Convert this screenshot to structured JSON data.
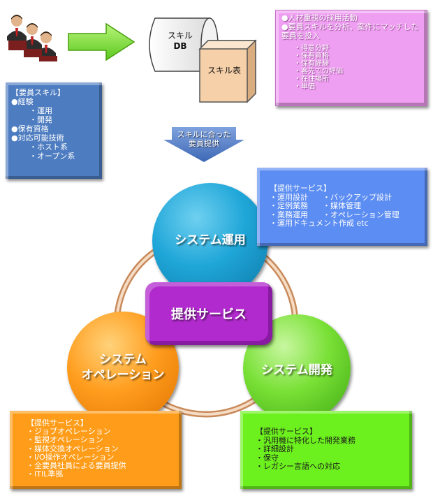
{
  "top": {
    "db_label_1": "スキル",
    "db_label_2": "DB",
    "table_label": "スキル表",
    "info_lines": [
      "●人材重視の採用活動",
      "●要員スキルを分析、案件にマッチした要員を投入"
    ],
    "info_subs": [
      "・得意分野",
      "・保有資格",
      "・保有経験",
      "・客先での評価",
      "・在住場所",
      "・単価"
    ]
  },
  "staff_skills": {
    "lines": [
      "【要員スキル】",
      "●経験",
      "・運用",
      "・開発",
      "●保有資格",
      "●対応可能技術",
      "・ホスト系",
      "・オープン系"
    ]
  },
  "down_arrow": {
    "label_1": "スキルに合った",
    "label_2": "要員提供"
  },
  "circles": {
    "system_ops": "システム運用",
    "operation_1": "システム",
    "operation_2": "オペレーション",
    "development": "システム開発",
    "center": "提供サービス"
  },
  "services_ops": {
    "title": "【提供サービス】",
    "rows": [
      [
        "・運用設計",
        "・バックアップ設計"
      ],
      [
        "・定例業務",
        "・媒体管理"
      ],
      [
        "・業務運用",
        "・オペレーション管理"
      ],
      [
        "・運用ドキュメント作成 etc",
        ""
      ]
    ]
  },
  "services_operation": {
    "title": "【提供サービス】",
    "items": [
      "・ジョブオペレーション",
      "・監視オペレーション",
      "・媒体交換オペレーション",
      "・I/O操作オペレーション",
      "・全要員社員による要員提供",
      "・ITIL準拠"
    ]
  },
  "services_dev": {
    "title": "【提供サービス】",
    "items": [
      "・汎用機に特化した開発業務",
      "・詳細設計",
      "・保守",
      "・レガシー言語への対応"
    ]
  }
}
